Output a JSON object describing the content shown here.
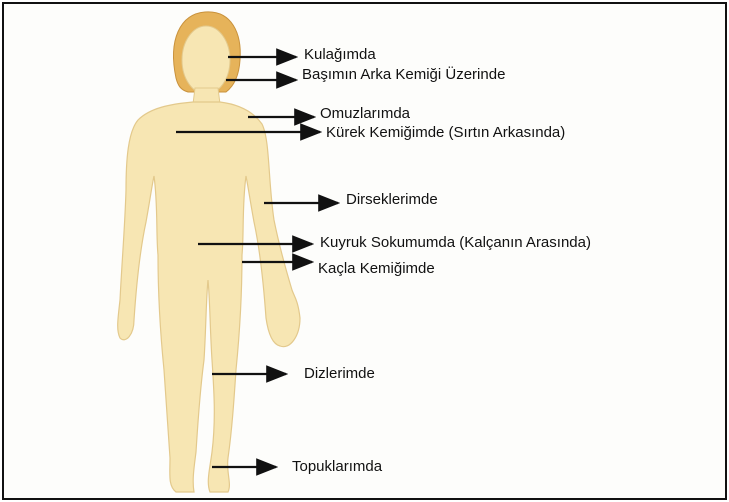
{
  "labels": {
    "ears": "Kulağımda",
    "skull_back": "Başımın Arka Kemiği Üzerinde",
    "shoulders": "Omuzlarımda",
    "shoulder_blade": "Kürek Kemiğimde (Sırtın Arkasında)",
    "elbows": "Dirseklerimde",
    "tailbone": "Kuyruk Sokumumda (Kalçanın Arasında)",
    "hip_bone": "Kaçla Kemiğimde",
    "knees": "Dizlerimde",
    "heels": "Topuklarımda"
  },
  "colors": {
    "skin": "#f7e6b3",
    "skin_outline": "#e3c98c",
    "hair": "#e6b35a",
    "arrow": "#111111",
    "frame": "#111111"
  }
}
